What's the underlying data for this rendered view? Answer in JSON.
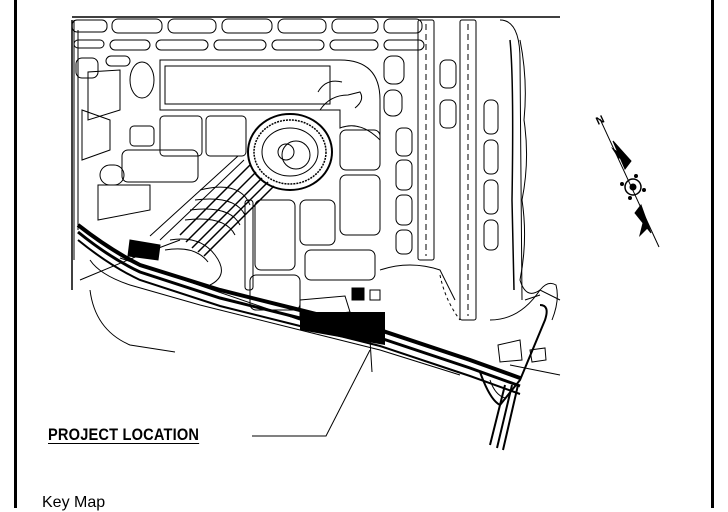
{
  "map": {
    "callout_label": "PROJECT LOCATION",
    "caption": "Key Map",
    "north_arrow_symbol": "N",
    "north_arrow_icon": "north-arrow-icon",
    "line_color": "#000000",
    "background_color": "#ffffff"
  }
}
